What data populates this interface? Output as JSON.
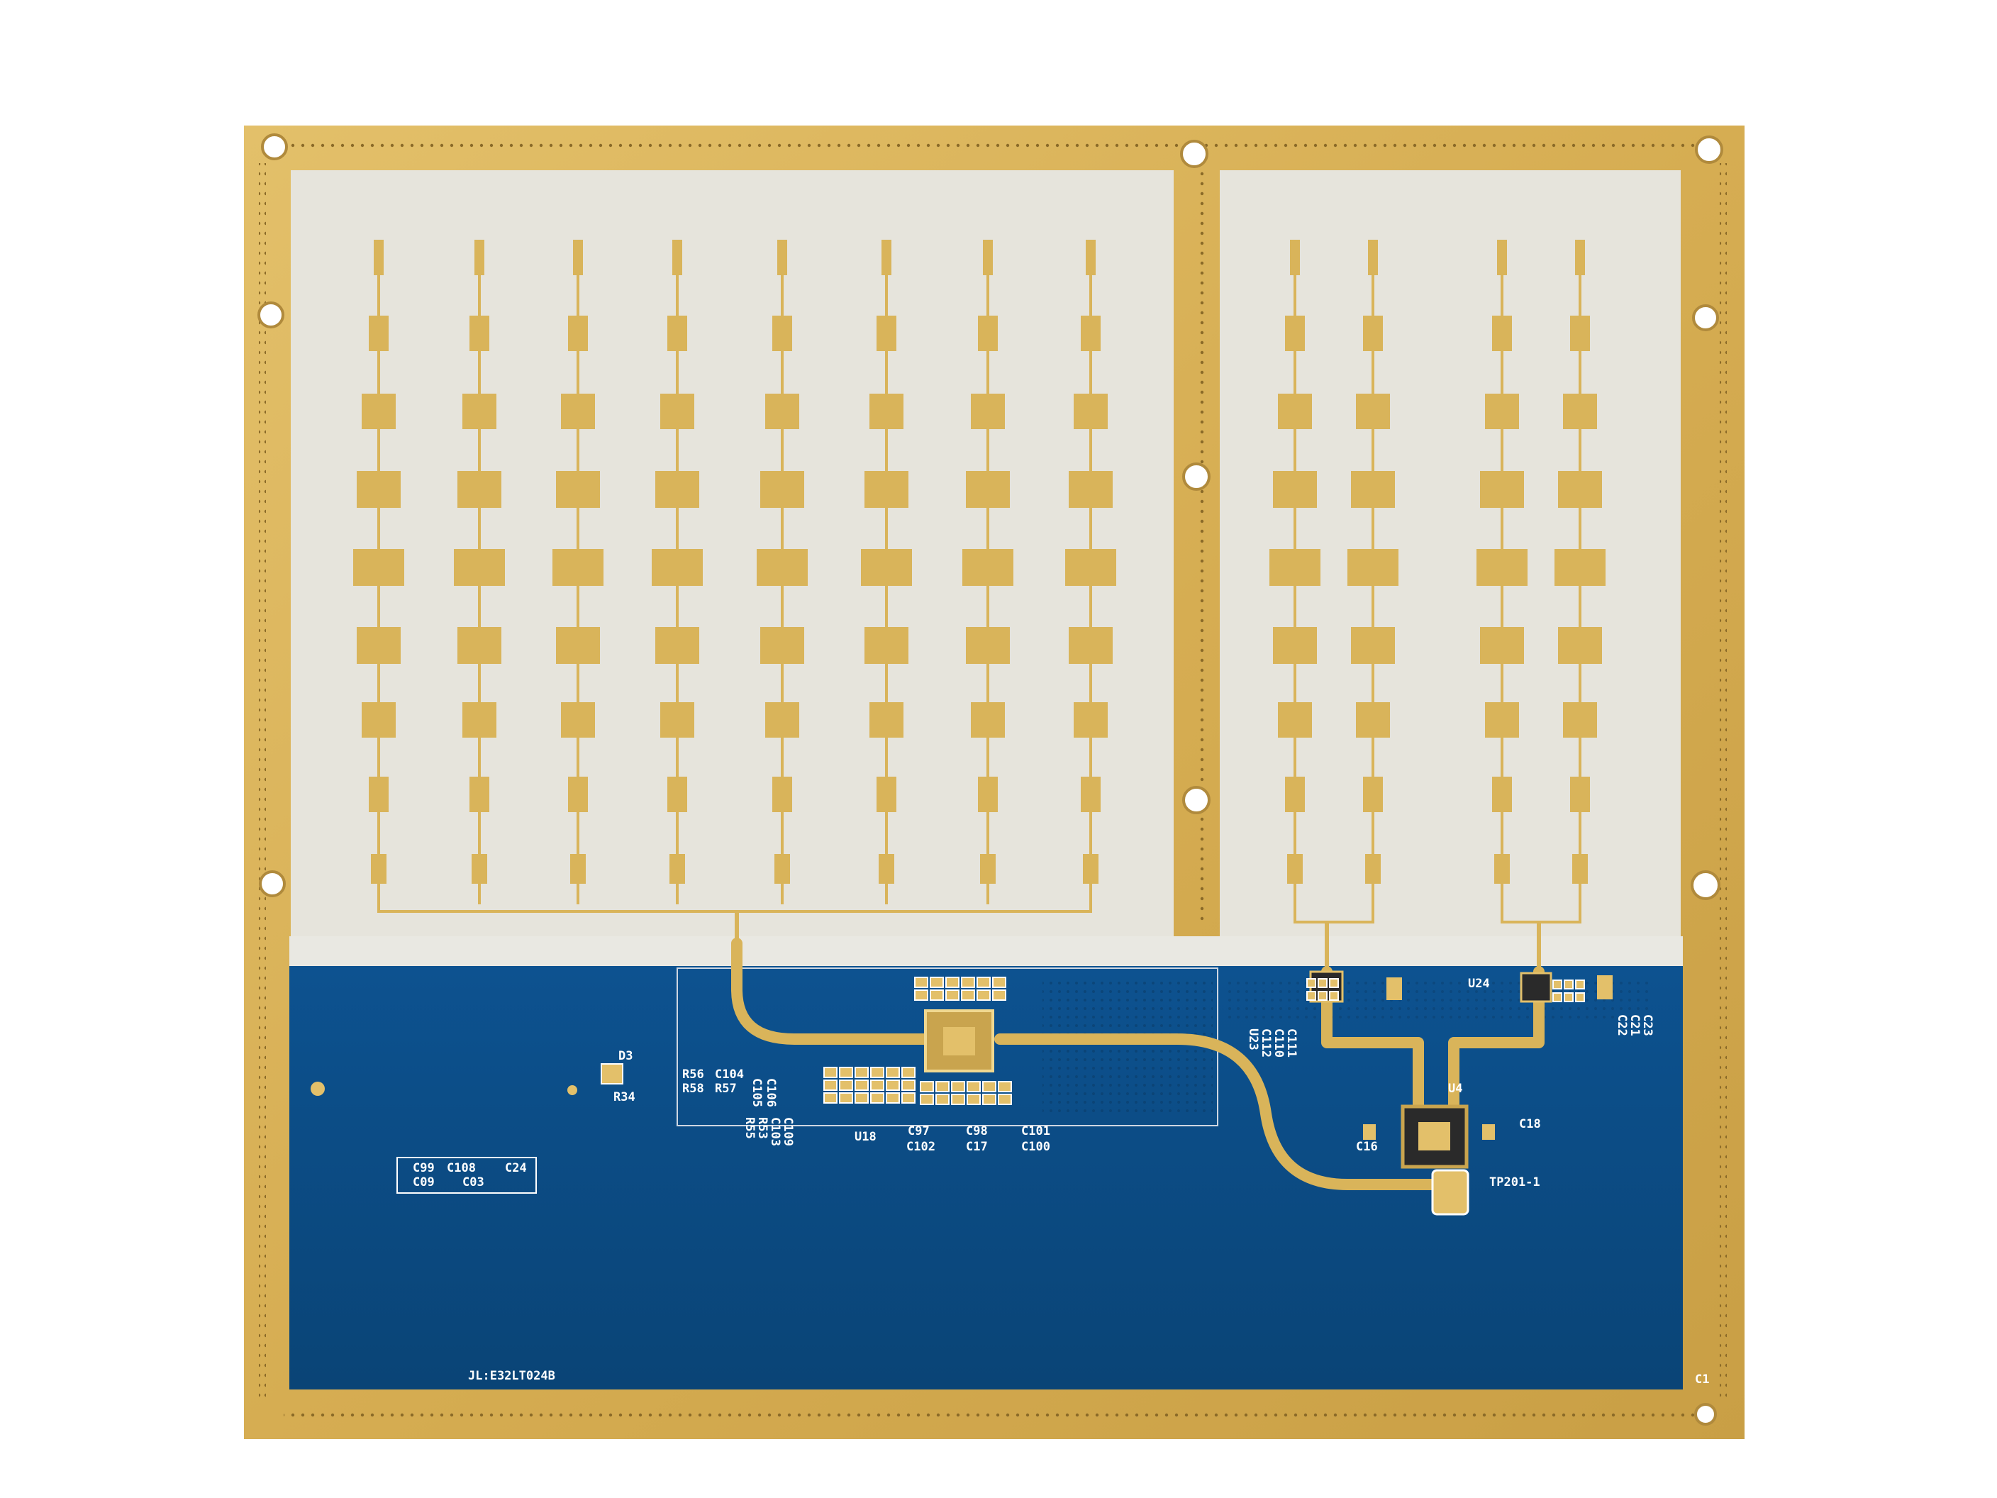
{
  "photo": {
    "subject": "radar antenna printed circuit board",
    "colors": {
      "background": "#ffffff",
      "gold": "#d9b45a",
      "gold_dark": "#b98e36",
      "gold_light": "#e8c878",
      "substrate": "#e6e4dc",
      "soldermask": "#0d4f87",
      "soldermask_dark": "#0a4274",
      "silkscreen": "#ffffff"
    },
    "antenna_arrays": {
      "large": {
        "columns": 8,
        "patch_sizes": [
          "s",
          "m",
          "l",
          "xl",
          "l",
          "m",
          "s",
          "xs"
        ]
      },
      "small": {
        "columns": 4,
        "patch_sizes": [
          "s",
          "m",
          "l",
          "xl",
          "l",
          "m",
          "s",
          "xs"
        ]
      }
    },
    "silkscreen_labels": {
      "d3": "D3",
      "r34": "R34",
      "board_id": "JL:E32LT024B",
      "r56": "R56",
      "c104": "C104",
      "r58": "R58",
      "r57": "R57",
      "c105": "C105",
      "c106": "C106",
      "r55": "R55",
      "r53": "R53",
      "c103": "C103",
      "c109": "C109",
      "u18": "U18",
      "c97": "C97",
      "c102": "C102",
      "c98": "C98",
      "c17": "C17",
      "c101": "C101",
      "c100": "C100",
      "c99": "C99",
      "c108": "C108",
      "c24": "C24",
      "c09": "C09",
      "c03": "C03",
      "u24": "U24",
      "u4": "U4",
      "c18": "C18",
      "c16": "C16",
      "tp201": "TP201-1",
      "u23": "U23",
      "c112": "C112",
      "c110": "C110",
      "c111": "C111",
      "c22": "C22",
      "c21": "C21",
      "c23": "C23",
      "c1": "C1"
    }
  }
}
